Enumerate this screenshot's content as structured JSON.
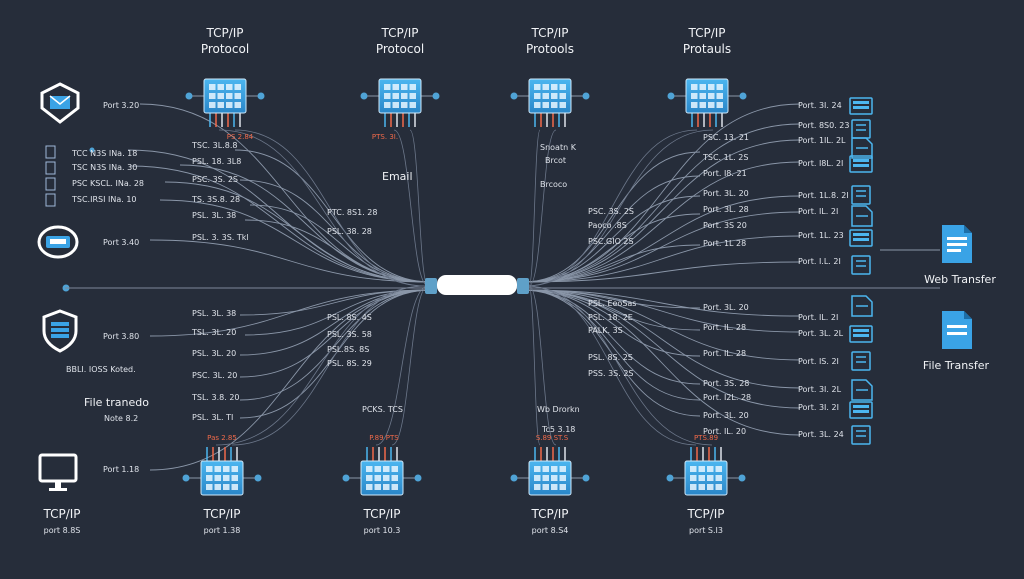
{
  "colors": {
    "background": "#262d3a",
    "chip": "#3aa3e6",
    "chip_dark": "#1d6fa8",
    "wire": "#8a96a8",
    "dot": "#4fa3d6",
    "accent_red": "#f06a4a",
    "hub": "#ffffff"
  },
  "top_chips": [
    {
      "title1": "TCP/IP",
      "title2": "Protocol"
    },
    {
      "title1": "TCP/IP",
      "title2": "Protocol"
    },
    {
      "title1": "TCP/IP",
      "title2": "Protools"
    },
    {
      "title1": "TCP/IP",
      "title2": "Protauls"
    }
  ],
  "top_chip_pin_labels": [
    "PS 2.84",
    "PTS. 3I.",
    "",
    ""
  ],
  "bottom_chips": [
    {
      "title1": "TCP/IP",
      "title2": "port 1.38",
      "pin_label": "Pas 2.85"
    },
    {
      "title1": "TCP/IP",
      "title2": "port 10.3",
      "pin_label": "P.89  PTS"
    },
    {
      "title1": "TCP/IP",
      "title2": "port 8.S4",
      "pin_label": "S.89  ST.S"
    },
    {
      "title1": "TCP/IP",
      "title2": "port S.I3",
      "pin_label": "PTS.89"
    }
  ],
  "bottom_left_title": {
    "line1": "TCP/IP",
    "line2": "port 8.8S"
  },
  "left_icons": [
    {
      "name": "email-shield-icon",
      "label": "Port 3.20"
    },
    {
      "name": "router-icon",
      "label": "Port 3.40"
    },
    {
      "name": "security-shield-icon",
      "label": "Port 3.80"
    },
    {
      "name": "monitor-icon",
      "label": "Port 1.18"
    }
  ],
  "left_checkbox_labels": [
    "TCC N3S INa. 18",
    "TSC N3S INa. 30",
    "PSC KSCL. INa. 28",
    "TSC.IRSI INa. 10"
  ],
  "left_text_labels": {
    "bkd": "BBLI. IOSS Koted.",
    "file": "File tranedo",
    "file_sub": "Note 8.2"
  },
  "left_mid_labels": [
    "TSC. 3L.8.8",
    "PSL. 18. 3L8",
    "PSC. 3S. 2S",
    "TS. 3S.8. 28",
    "PSL. 3L. 38",
    "PSL. 3. 3S. Tkl",
    "PSL. 3L. 38",
    "TSL. 3L. 20",
    "PSL. 3L. 20",
    "PSC. 3L. 20",
    "TSL. 3.8. 20",
    "PSL. 3L. TI"
  ],
  "center_left_labels": [
    "PTC. 8S1. 28",
    "PSL. 38. 28",
    "PSL. 8S. 4S",
    "PSL. 3S. 58",
    "PSL.8S. 8S",
    "PSL. 8S. 29"
  ],
  "center_text": {
    "email": "Email",
    "sub1": "Snoatn K",
    "sub2": "Brcot",
    "sub3": "Brcoco",
    "webdbox": "Wb Drorkn",
    "portcs": "PCKS. TCS",
    "tc_bottom": "Tc5 3.18"
  },
  "center_right_labels": [
    "PSC. 3S. 2S",
    "Paoco .8S",
    "PSC.GIO 2S",
    "PSL. EeoSas",
    "PSL. 18. 2E",
    "PALK. 3S",
    "PSL. 8S. 2S",
    "PSS. 3S. 2S"
  ],
  "right_mid_labels": [
    "PSC. 13. 21",
    "TSC. 1L. 2S",
    "Port. I8. 21",
    "Port. 3L. 20",
    "Port. 3L. 28",
    "Port. 3S 20",
    "Port. 1L 28",
    "Port. 3L. 20",
    "Port. IL. 28",
    "Port. IL. 28",
    "Port. 3S. 28",
    "Port. I2L. 28",
    "Port. 3L. 20",
    "Port. IL. 20"
  ],
  "right_port_labels": [
    "Port. 3I. 24",
    "Port. 8S0. 23",
    "Port. 1IL. 2L",
    "Port. I8L. 2I",
    "Port. 1L.8. 2I",
    "Port. IL. 2I",
    "Port. 1L. 23",
    "Port. I.L. 2I",
    "Port. IL. 2I",
    "Port. 3L. 2L",
    "Port. IS. 2I",
    "Port. 3I. 2L",
    "Port. 3I. 2I",
    "Port. 3L. 24"
  ],
  "right_targets": [
    {
      "name": "web-transfer-icon",
      "label": "Web Transfer"
    },
    {
      "name": "file-transfer-icon",
      "label": "File Transfer"
    }
  ]
}
